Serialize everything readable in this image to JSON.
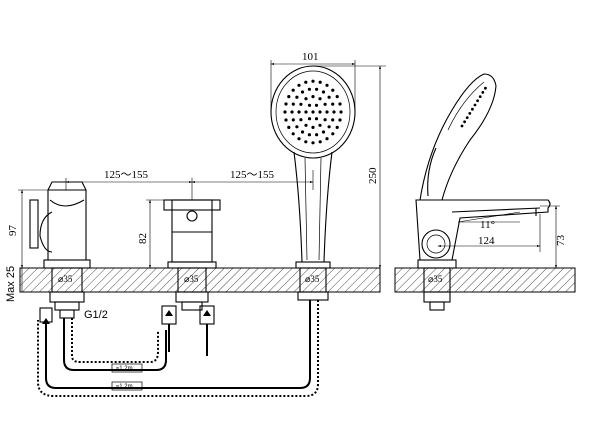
{
  "dimensions": {
    "spacing_left": "125～155",
    "spacing_right": "125～155",
    "handshower_head_width": "101",
    "handshower_length": "250",
    "spout_height": "97",
    "valve_height": "82",
    "max_deck": "Max 25",
    "hole_diameter_1": "⌀35",
    "hole_diameter_2": "⌀35",
    "hole_diameter_3": "⌀35",
    "hole_diameter_side": "⌀35",
    "thread": "G1/2",
    "angle": "11°",
    "spout_reach": "124",
    "side_height": "73"
  },
  "hose_tags": {
    "tag_a": "≈1.2m",
    "tag_b": "≈1.2m"
  },
  "colors": {
    "line": "#000000",
    "background": "#ffffff"
  }
}
